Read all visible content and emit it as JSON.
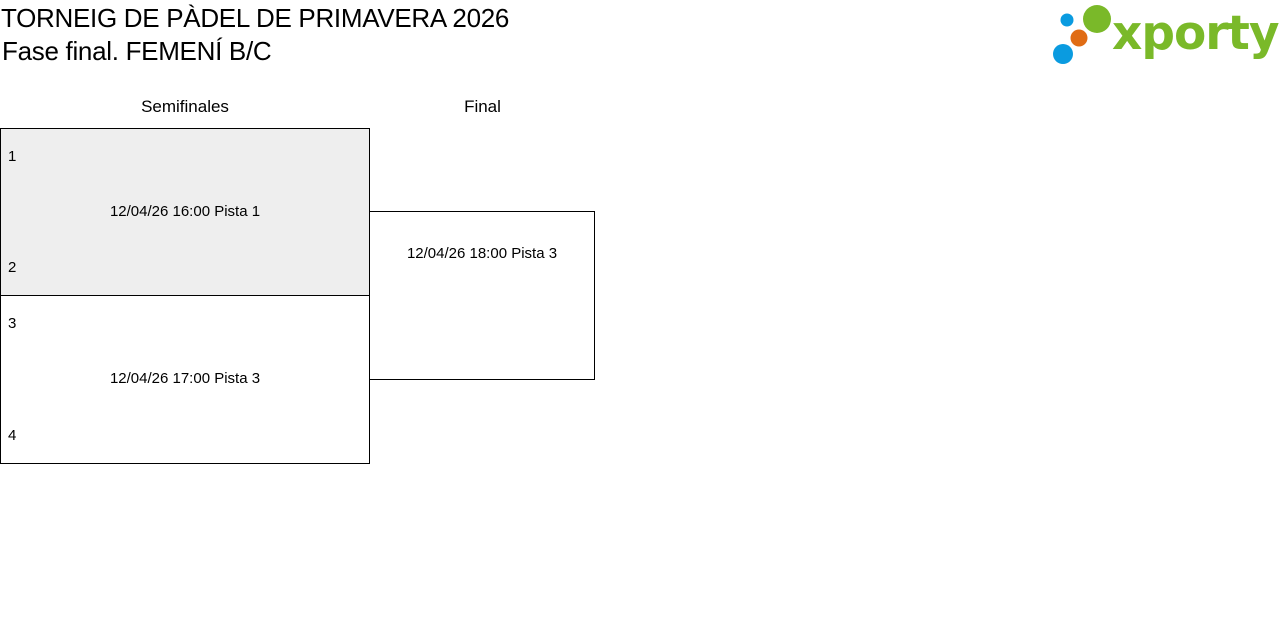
{
  "header": {
    "title": "TORNEIG DE PÀDEL DE PRIMAVERA 2026",
    "subtitle": "Fase final. FEMENÍ B/C"
  },
  "logo": {
    "text": "xporty",
    "colors": {
      "green": "#7ab929",
      "orange": "#e06c14",
      "blue": "#0a9be0"
    }
  },
  "bracket": {
    "rounds": [
      {
        "label": "Semifinales"
      },
      {
        "label": "Final"
      }
    ],
    "semifinals": [
      {
        "seed_top": "1",
        "seed_bottom": "2",
        "schedule": "12/04/26 16:00 Pista 1",
        "highlighted": true
      },
      {
        "seed_top": "3",
        "seed_bottom": "4",
        "schedule": "12/04/26 17:00 Pista 3",
        "highlighted": false
      }
    ],
    "final": {
      "schedule": "12/04/26 18:00 Pista 3"
    }
  },
  "colors": {
    "highlight_bg": "#eeeeee",
    "border": "#000000"
  }
}
